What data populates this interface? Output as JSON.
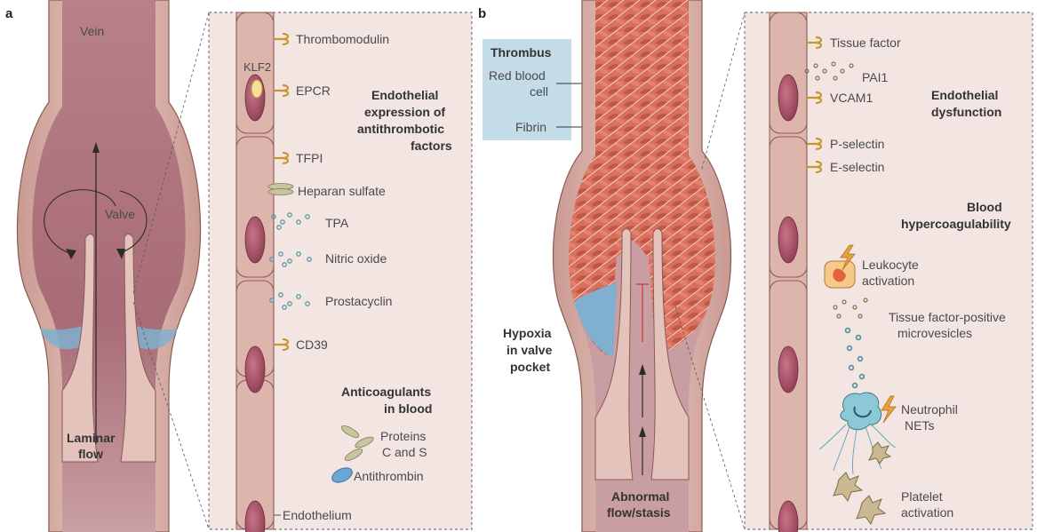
{
  "colors": {
    "vein_wall": "#d9b3ab",
    "vein_wall_edge": "#8a5a55",
    "lumen": "#a8707a",
    "stasis_blue": "#7fb0cf",
    "zoom_bg": "#f0e3e0",
    "cell": "#ddb5ad",
    "nucleus": "#a84e63",
    "receptor": "#d9a73a",
    "molecule": "#6fa8b8",
    "clot_red": "#d86a57",
    "thrombus_box": "#c4dbe8",
    "neutrophil": "#7fc4d4"
  },
  "panel_a": {
    "letter": "a",
    "vein_label": "Vein",
    "valve_label": "Valve",
    "flow_label_1": "Laminar",
    "flow_label_2": "flow",
    "zoom": {
      "receptors": [
        "Thrombomodulin",
        "EPCR",
        "TFPI",
        "CD39"
      ],
      "klf2": "KLF2",
      "heparan": "Heparan sulfate",
      "tpa": "TPA",
      "nitric_oxide": "Nitric oxide",
      "prostacyclin": "Prostacyclin",
      "heading_1": "Endothelial",
      "heading_2": "expression of",
      "heading_3": "antithrombotic",
      "heading_4": "factors",
      "anticoag_1": "Anticoagulants",
      "anticoag_2": "in blood",
      "proteins_1": "Proteins",
      "proteins_2": "C and S",
      "antithrombin": "Antithrombin",
      "endothelium": "Endothelium"
    }
  },
  "panel_b": {
    "letter": "b",
    "thrombus_title": "Thrombus",
    "rbc_1": "Red blood",
    "rbc_2": "cell",
    "fibrin": "Fibrin",
    "hypoxia_1": "Hypoxia",
    "hypoxia_2": "in valve",
    "hypoxia_3": "pocket",
    "abnormal_1": "Abnormal",
    "abnormal_2": "flow/stasis",
    "zoom": {
      "receptors": [
        "Tissue factor",
        "VCAM1",
        "P-selectin",
        "E-selectin"
      ],
      "pai1": "PAI1",
      "dysfunction_1": "Endothelial",
      "dysfunction_2": "dysfunction",
      "hyper_1": "Blood",
      "hyper_2": "hypercoagulability",
      "leukocyte_1": "Leukocyte",
      "leukocyte_2": "activation",
      "tf_1": "Tissue factor-positive",
      "tf_2": "microvesicles",
      "neutrophil_1": "Neutrophil",
      "neutrophil_2": "NETs",
      "platelet_1": "Platelet",
      "platelet_2": "activation"
    }
  }
}
